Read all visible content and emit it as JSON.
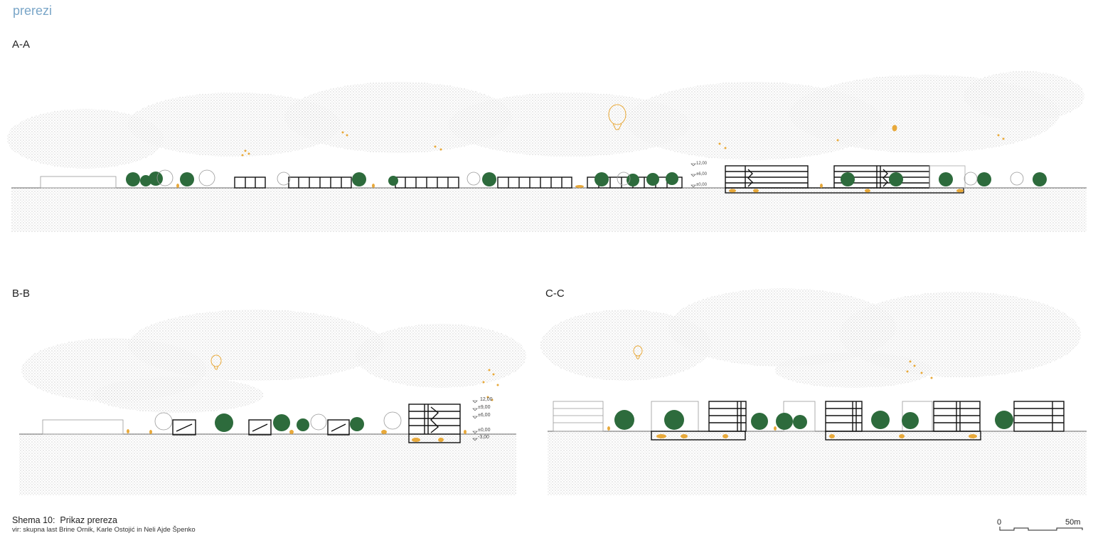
{
  "page_title": "prerezi",
  "sections": [
    {
      "id": "a",
      "label": "A-A",
      "level_marks": [
        "12,00",
        "±6,00",
        "±0,00"
      ]
    },
    {
      "id": "b",
      "label": "B-B",
      "level_marks": [
        "12,00",
        "±9,00",
        "±6,00",
        "±0,00",
        "-3,00"
      ]
    },
    {
      "id": "c",
      "label": "C-C",
      "level_marks": []
    }
  ],
  "caption": {
    "figure": "Shema 10:",
    "title": "Prikaz prereza",
    "source": "vir: skupna last Brine Ornik, Karle Ostojić in Neli Ajde Špenko"
  },
  "scale_bar": {
    "start": "0",
    "end": "50m"
  },
  "colors": {
    "accent": "#7aa6c8",
    "tree": "#2d6b3c",
    "people": "#e8a93a",
    "building": "#111111"
  }
}
